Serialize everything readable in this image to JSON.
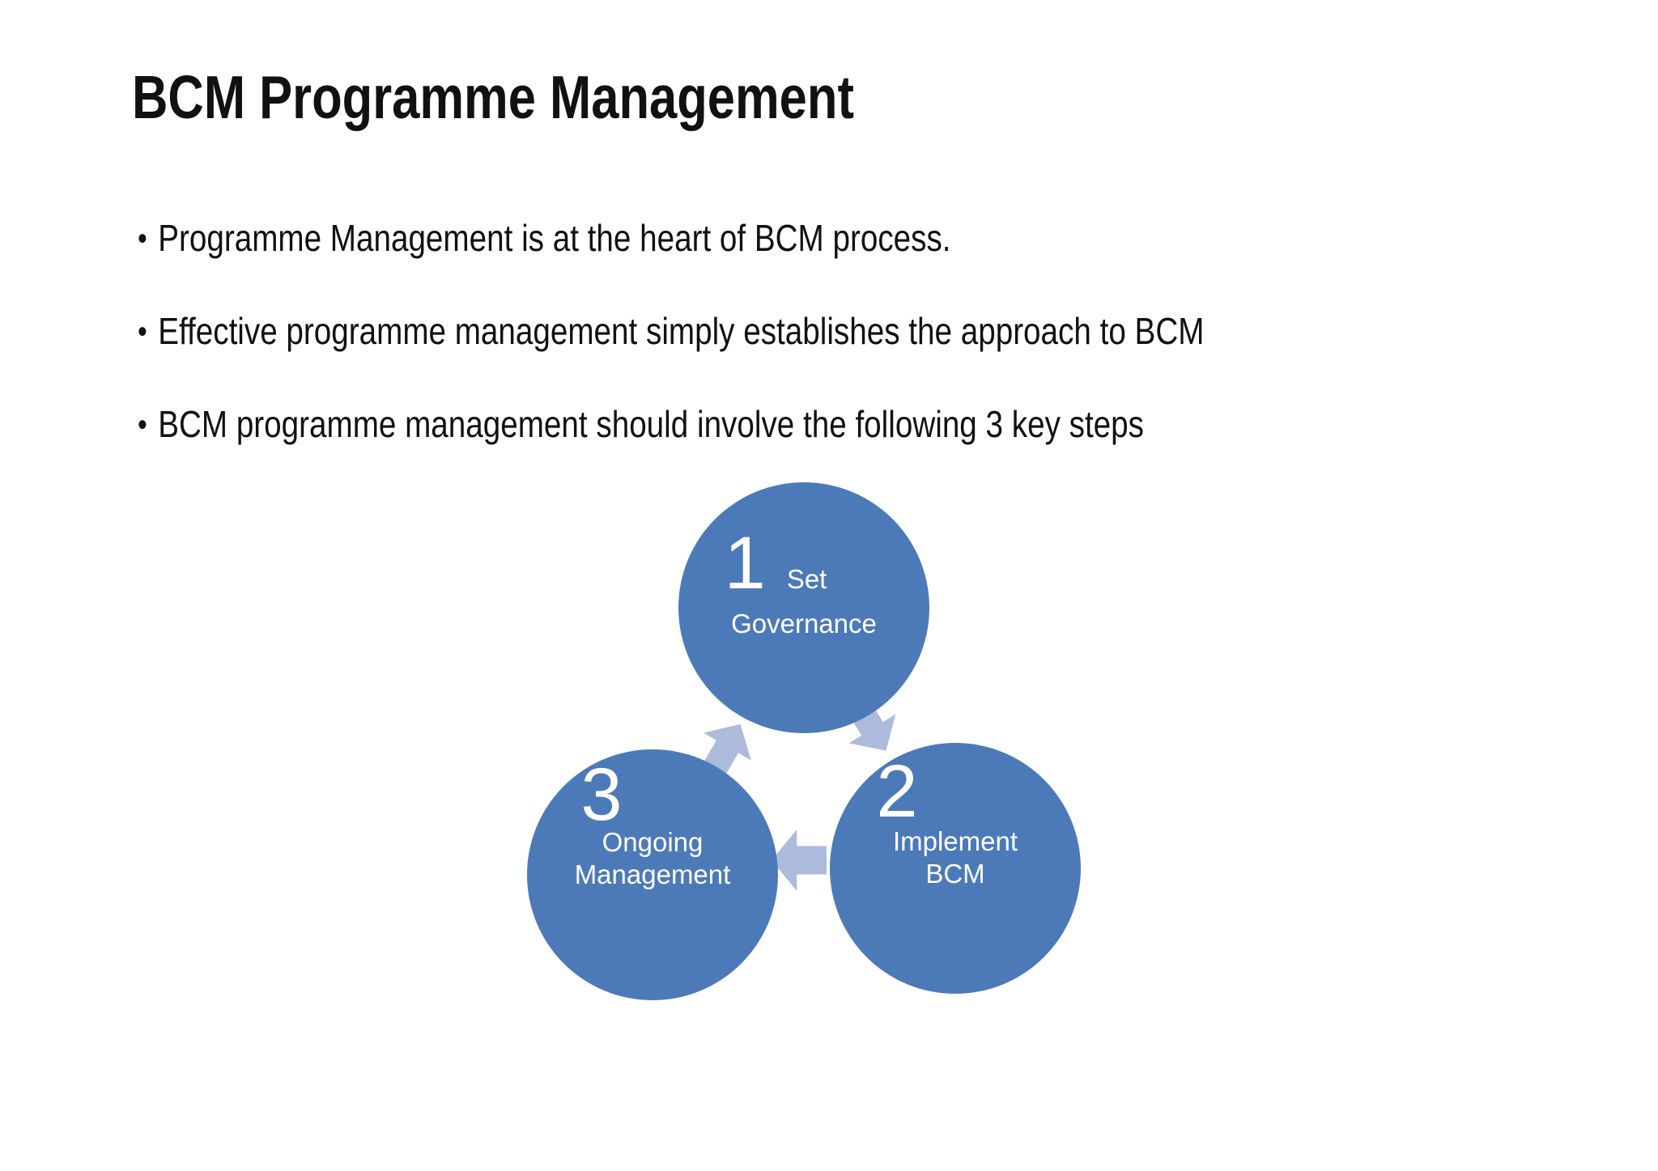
{
  "slide": {
    "title": "BCM Programme Management",
    "bullet_marker": "•",
    "bullets": [
      "Programme Management is at the heart of BCM process.",
      "Effective programme management simply establishes the approach to BCM",
      "BCM programme management should involve the following 3 key steps"
    ],
    "diagram": {
      "type": "cycle",
      "circle_color": "#4c7ab8",
      "arrow_color": "#acbbdc",
      "text_color": "#ffffff",
      "arrows": [
        "arrow-1-to-2",
        "arrow-2-to-3",
        "arrow-3-to-1"
      ],
      "steps": [
        {
          "number": "1",
          "label_line1": "Set",
          "label_line2": "Governance"
        },
        {
          "number": "2",
          "label_line1": "Implement",
          "label_line2": "BCM"
        },
        {
          "number": "3",
          "label_line1": "Ongoing",
          "label_line2": "Management"
        }
      ]
    }
  }
}
